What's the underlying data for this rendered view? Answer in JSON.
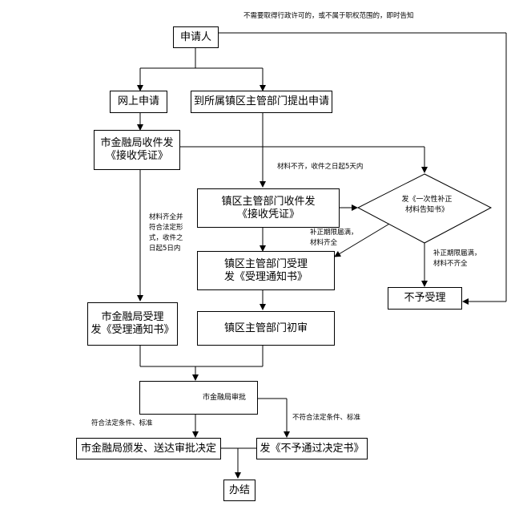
{
  "nodes": {
    "applicant": "申请人",
    "online": "网上申请",
    "offline": "到所属镇区主管部门提出申请",
    "city_receipt": "市金融局收件发\n《接收凭证》",
    "town_receipt": "镇区主管部门收件发\n《接收凭证》",
    "notice_decision": "发《一次性补正\n材料告知书》",
    "town_accept": "镇区主管部门受理\n发《受理通知书》",
    "reject": "不予受理",
    "city_accept": "市金融局受理\n发《受理通知书》",
    "town_review": "镇区主管部门初审",
    "city_approve": "市金融局审批",
    "issue": "市金融局颁发、送达审批决定",
    "not_pass": "发《不予通过决定书》",
    "done": "办结"
  },
  "notes": {
    "top": "不需要取得行政许可的，或不属于职权范围的，即时告知",
    "incomplete": "材料不齐，收件之日起5天内",
    "complete_left": "材料齐全并\n符合法定形\n式，收件之\n日起5日内",
    "supplement_ok": "补正期限届满，\n材料齐全",
    "supplement_fail": "补正期限届满，\n材料不齐全",
    "meet_conditions": "符合法定条件、标准",
    "not_meet_conditions": "不符合法定条件、标准"
  }
}
